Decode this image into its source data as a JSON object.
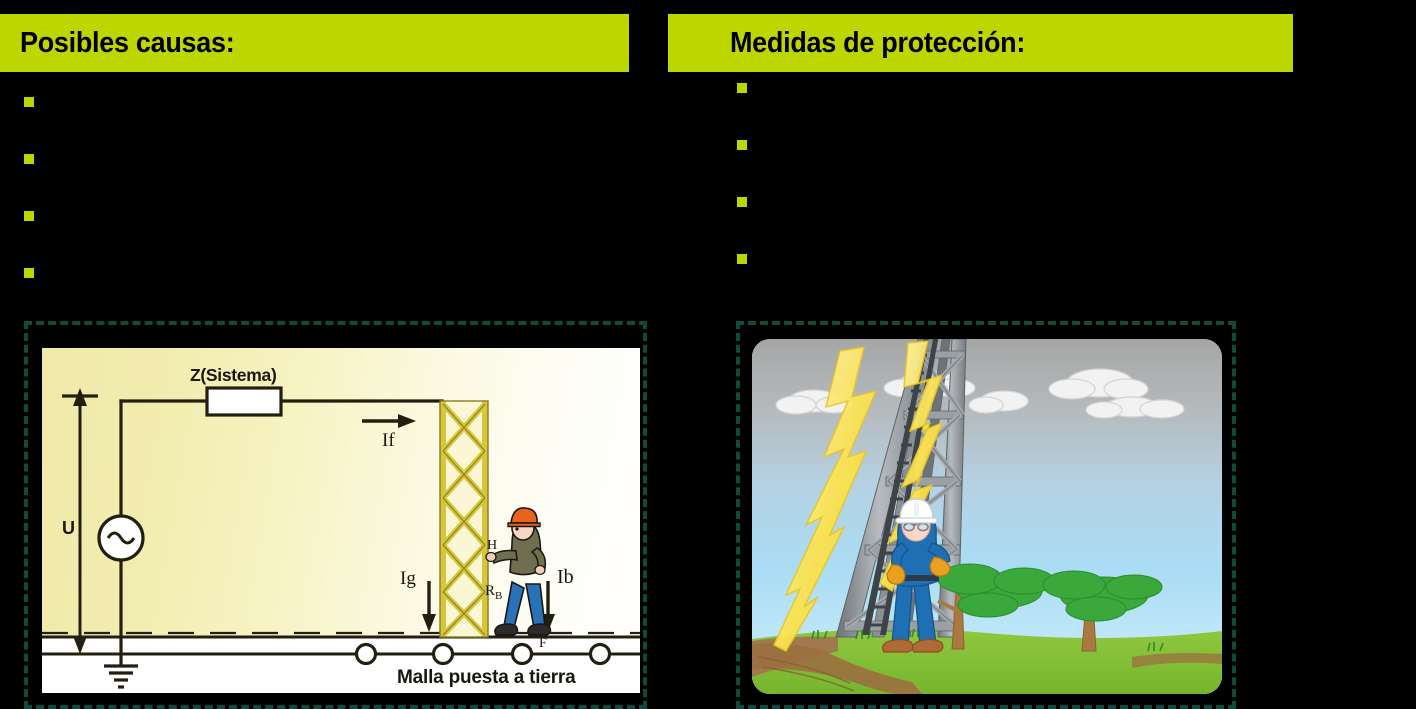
{
  "slide": {
    "background_color": "#000000",
    "accent_color": "#bed600",
    "frame_color": "#0d4b3c"
  },
  "left_panel": {
    "header": "Posibles causas:",
    "bullets": [
      {
        "marker": "square-bullet",
        "text": ""
      },
      {
        "marker": "square-bullet",
        "text": ""
      },
      {
        "marker": "square-bullet",
        "text": ""
      },
      {
        "marker": "square-bullet",
        "text": ""
      }
    ]
  },
  "right_panel": {
    "header": "Medidas de protección:",
    "bullets": [
      {
        "marker": "square-bullet",
        "text": ""
      },
      {
        "marker": "square-bullet",
        "text": ""
      },
      {
        "marker": "square-bullet",
        "text": ""
      },
      {
        "marker": "square-bullet",
        "text": ""
      }
    ]
  },
  "circuit_diagram": {
    "name": "earth-fault-circuit-diagram",
    "labels": {
      "impedance": "Z(Sistema)",
      "voltage": "U",
      "fault_current": "If",
      "ground_current": "Ig",
      "body_current": "Ib",
      "touch_point": "H",
      "body_resistance": "R",
      "body_resistance_sub": "B",
      "foot_point": "F",
      "caption": "Malla puesta a tierra"
    },
    "elements": {
      "source": "ac-source-symbol",
      "impedance_box": "resistor-box",
      "ground": "earth-ground-symbol",
      "tower": "lattice-tower",
      "person": "worker-touching-tower",
      "mesh_nodes": 4
    },
    "colors": {
      "soil": "#f2edb0",
      "tower": "#d2c23a",
      "wire": "#231f10",
      "helmet": "#e8631b",
      "shirt": "#6b6b4e",
      "jeans": "#2a72b8"
    }
  },
  "lightning_scene": {
    "name": "lightning-strike-tower-illustration",
    "elements": {
      "tower": "steel-lattice-tower",
      "ladder": "tower-ladder",
      "lightning": "lightning-bolt",
      "worker": "worker-with-hardhat",
      "trees": 2,
      "clouds": 5,
      "ground": "grass-field",
      "path": "dirt-path"
    },
    "colors": {
      "sky_top": "#a9a9a9",
      "sky_bottom": "#cdeefb",
      "grass": "#8cc63e",
      "tower": "#8a8f93",
      "lightning": "#fbe24f",
      "helmet": "#ffffff",
      "shirt": "#1f6fb5",
      "gloves": "#e8a020",
      "tree": "#3aa03a",
      "dirt": "#a07246"
    }
  }
}
